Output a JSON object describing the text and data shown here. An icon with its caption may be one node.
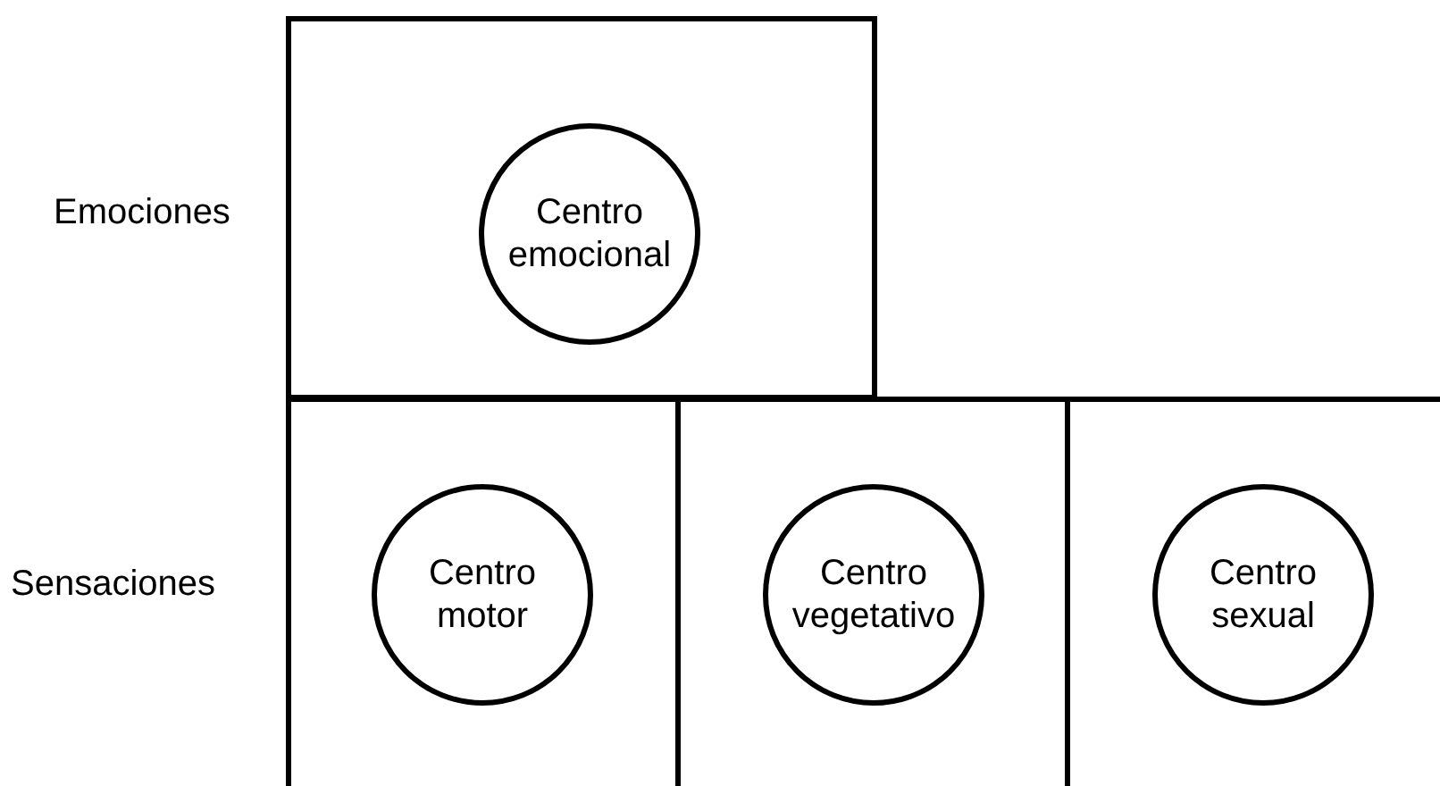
{
  "diagram": {
    "nodes": [
      {
        "text": [],
        "shape": "box"
      },
      {
        "text": [
          "Centro emocional"
        ],
        "in": 0
      },
      {
        "text": [],
        "shape": "box"
      },
      {
        "text": [
          "Centro motor"
        ],
        "in": 2
      },
      {
        "text": [],
        "shape": "box"
      },
      {
        "text": [
          "Centro vegetativo"
        ],
        "in": 4
      },
      {
        "text": [],
        "shape": "box"
      },
      {
        "text": [
          "Centro sexual"
        ],
        "in": 6
      }
    ],
    "edges": [],
    "labels": [
      "Emociones",
      "Sensaciones"
    ]
  }
}
